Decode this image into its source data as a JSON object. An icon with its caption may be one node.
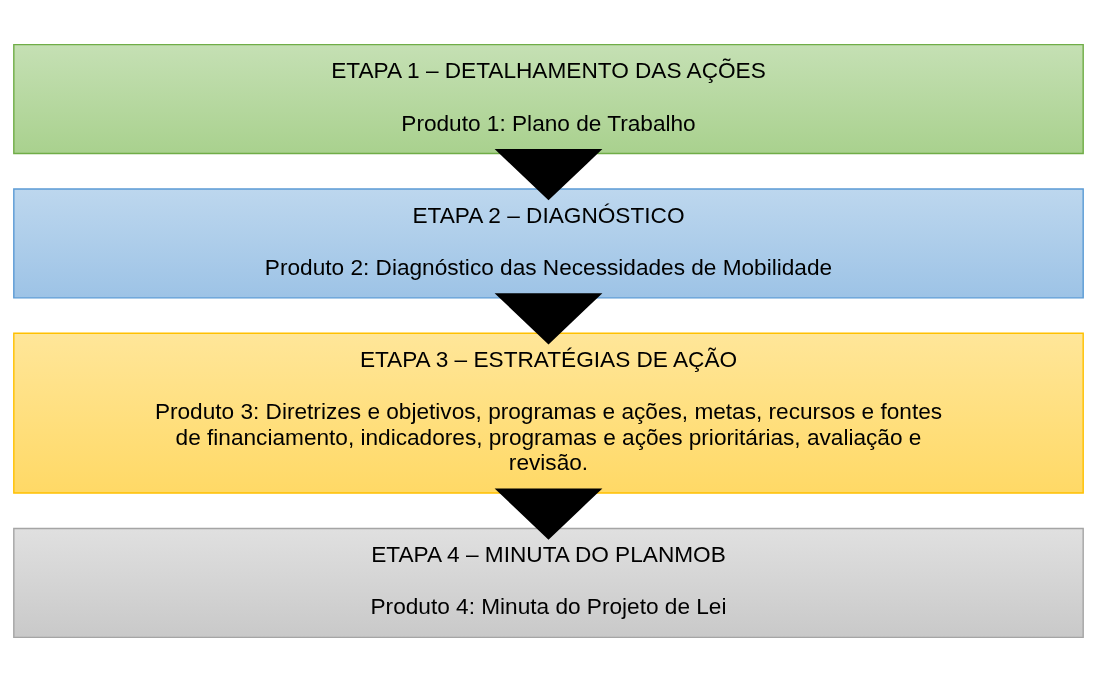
{
  "diagram": {
    "nodes": [
      {
        "text": [
          "ETAPA 1 – DETALHAMENTO DAS AÇÕES",
          "Produto 1: Plano de Trabalho"
        ]
      },
      {
        "text": [
          "ETAPA 2 – DIAGNÓSTICO",
          "Produto 2: Diagnóstico das Necessidades de Mobilidade"
        ]
      },
      {
        "text": [
          "ETAPA 3 – ESTRATÉGIAS DE AÇÃO",
          "Produto 3: Diretrizes e objetivos, programas e ações, metas, recursos e fontes de financiamento, indicadores, programas e ações prioritárias, avaliação e revisão."
        ]
      },
      {
        "text": [
          "ETAPA 4 – MINUTA DO PLANMOB",
          "Produto 4: Minuta do Projeto de Lei"
        ]
      }
    ],
    "edges": [
      {
        "from": 0,
        "to": 1,
        "arrow": "to"
      },
      {
        "from": 1,
        "to": 2,
        "arrow": "to"
      },
      {
        "from": 2,
        "to": 3,
        "arrow": "to"
      }
    ]
  }
}
